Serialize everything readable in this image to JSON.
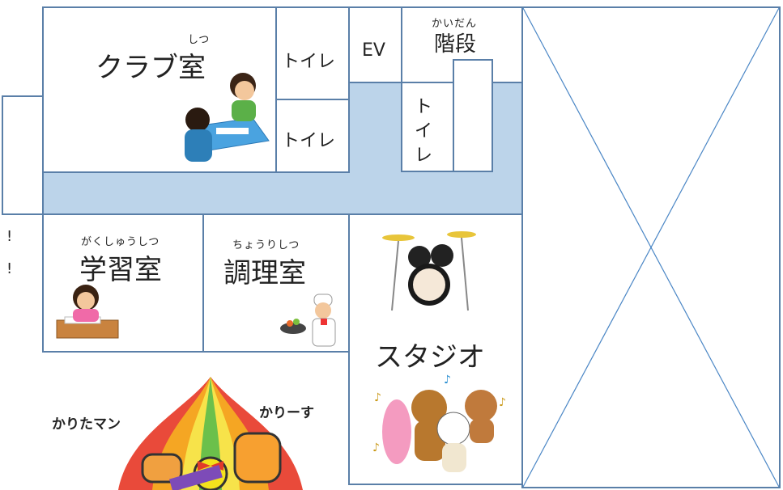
{
  "rooms": {
    "club": {
      "ruby": "しつ",
      "label": "クラブ室"
    },
    "toilet_upper": {
      "label": "トイレ"
    },
    "toilet_lower": {
      "label": "トイレ"
    },
    "ev": {
      "label": "EV"
    },
    "stairs": {
      "ruby": "かいだん",
      "label": "階段"
    },
    "toilet_vertical": {
      "chars": [
        "ト",
        "イ",
        "レ"
      ]
    },
    "study": {
      "ruby": "がくしゅうしつ",
      "label": "学習室"
    },
    "cooking": {
      "ruby": "ちょうりしつ",
      "label": "調理室"
    },
    "studio": {
      "label": "スタジオ"
    }
  },
  "side_marks": [
    "!",
    "!"
  ],
  "mascots": {
    "left": "かりたマン",
    "right": "かりーす"
  },
  "colors": {
    "wall": "#5a7fa8",
    "corridor": "#bcd4ea",
    "void_line": "#4a86c5"
  }
}
